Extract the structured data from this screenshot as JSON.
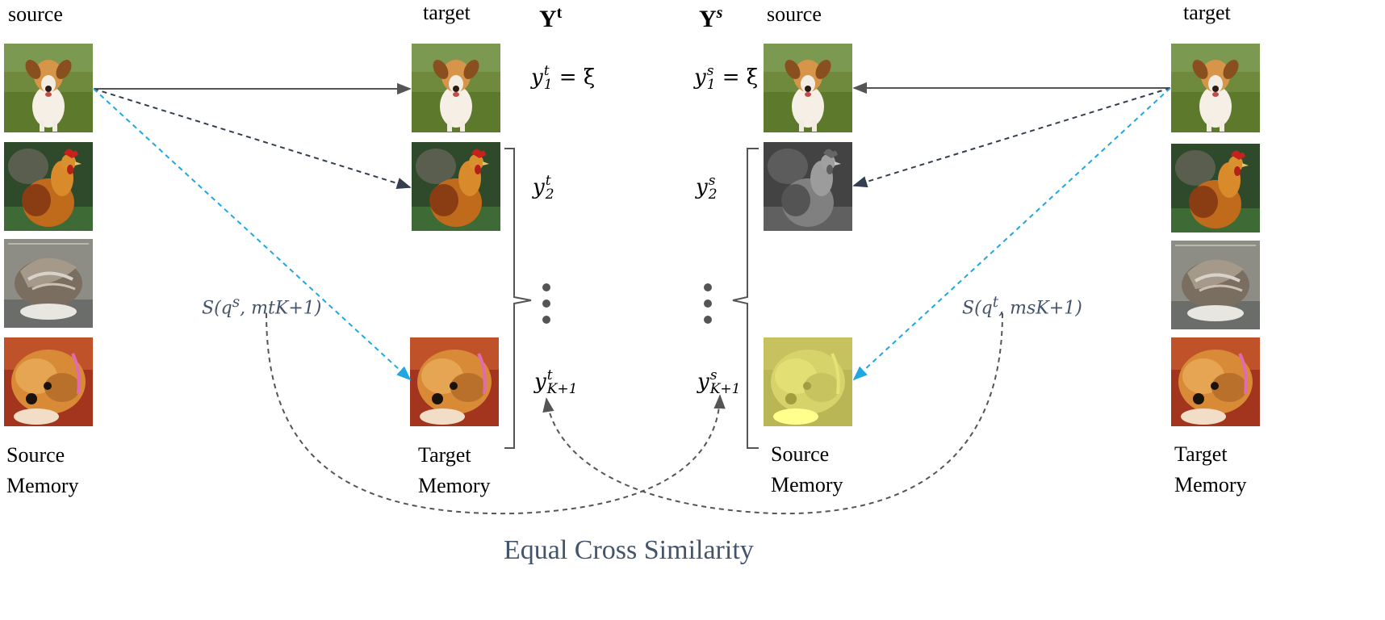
{
  "left_pair": {
    "source_label": "source",
    "target_label": "target",
    "source_memory": [
      "Source",
      "Memory"
    ],
    "target_memory": [
      "Target",
      "Memory"
    ],
    "similarity": {
      "fn": "S",
      "q": "q",
      "q_sup": "s",
      "m": "m",
      "m_sup": "t",
      "m_sub": "K+1"
    }
  },
  "right_pair": {
    "source_label": "source",
    "target_label": "target",
    "source_memory": [
      "Source",
      "Memory"
    ],
    "target_memory": [
      "Target",
      "Memory"
    ],
    "similarity": {
      "fn": "S",
      "q": "q",
      "q_sup": "t",
      "m": "m",
      "m_sup": "s",
      "m_sub": "K+1"
    }
  },
  "Yt": {
    "base": "Y",
    "sup": "t"
  },
  "Ys": {
    "base": "Y",
    "sup": "s"
  },
  "labels_t": [
    {
      "base": "y",
      "sup": "t",
      "sub": "1",
      "eq": "= ξ"
    },
    {
      "base": "y",
      "sup": "t",
      "sub": "2",
      "eq": ""
    },
    {
      "base": "y",
      "sup": "t",
      "sub": "K+1",
      "eq": ""
    }
  ],
  "labels_s": [
    {
      "base": "y",
      "sup": "s",
      "sub": "1",
      "eq": "= ξ"
    },
    {
      "base": "y",
      "sup": "s",
      "sub": "2",
      "eq": ""
    },
    {
      "base": "y",
      "sup": "s",
      "sub": "K+1",
      "eq": ""
    }
  ],
  "caption": "Equal Cross Similarity",
  "images": {
    "col1": [
      "dog-photo",
      "rooster-photo",
      "goose-photo",
      "terrier-photo"
    ],
    "col2": [
      "dog-photo",
      "rooster-photo",
      "terrier-photo"
    ],
    "col3": [
      "dog-photo",
      "rooster-photo-grayscale",
      "terrier-photo-yellow-tint"
    ],
    "col4": [
      "dog-photo",
      "rooster-photo",
      "goose-photo",
      "terrier-photo"
    ]
  },
  "colors": {
    "arrow_gray": "#555555",
    "arrow_dark": "#333f4f",
    "arrow_cyan": "#1ea7e1",
    "caption": "#44546a"
  }
}
